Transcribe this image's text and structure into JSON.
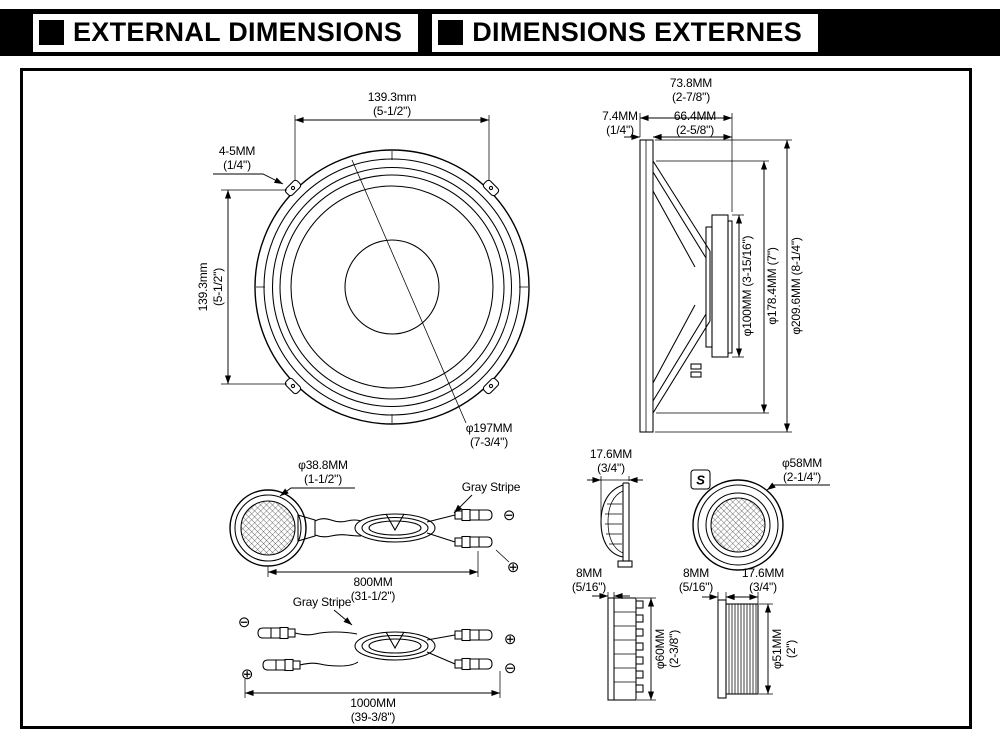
{
  "header": {
    "title_en": "EXTERNAL DIMENSIONS",
    "title_fr": "DIMENSIONS EXTERNES"
  },
  "colors": {
    "ink": "#000000",
    "header_bg": "#000000"
  },
  "woofer_front": {
    "width_mm": "139.3mm",
    "width_in": "(5-1/2\")",
    "height_mm": "139.3mm",
    "height_in": "(5-1/2\")",
    "tab_mm": "4-5MM",
    "tab_in": "(1/4\")",
    "cutout_mm": "φ197MM",
    "cutout_in": "(7-3/4\")"
  },
  "woofer_side": {
    "overall_depth_mm": "73.8MM",
    "overall_depth_in": "(2-7/8\")",
    "flange_depth_mm": "7.4MM",
    "flange_depth_in": "(1/4\")",
    "body_depth_mm": "66.4MM",
    "body_depth_in": "(2-5/8\")",
    "magnet_dia": "φ100MM (3-15/16\")",
    "frame_dia": "φ178.4MM (7\")",
    "overall_dia": "φ209.6MM (8-1/4\")"
  },
  "tweeter_assembly": {
    "dia_mm": "φ38.8MM",
    "dia_in": "(1-1/2\")",
    "gray_stripe": "Gray Stripe",
    "length_mm": "800MM",
    "length_in": "(31-1/2\")",
    "minus": "⊖",
    "plus": "⊕"
  },
  "crossover_cable": {
    "gray_stripe": "Gray Stripe",
    "length_mm": "1000MM",
    "length_in": "(39-3/8\")",
    "minus": "⊖",
    "plus": "⊕"
  },
  "tweeter_side": {
    "depth_mm": "17.6MM",
    "depth_in": "(3/4\")"
  },
  "tweeter_front": {
    "dia_mm": "φ58MM",
    "dia_in": "(2-1/4\")",
    "logo": "S"
  },
  "spacer_cup": {
    "lip_mm": "8MM",
    "lip_in": "(5/16\")",
    "dia_mm": "φ60MM",
    "dia_in": "(2-3/8\")"
  },
  "mount_cup": {
    "lip_mm": "8MM",
    "lip_in": "(5/16\")",
    "depth_mm": "17.6MM",
    "depth_in": "(3/4\")",
    "dia_mm": "φ51MM",
    "dia_in": "(2\")"
  }
}
